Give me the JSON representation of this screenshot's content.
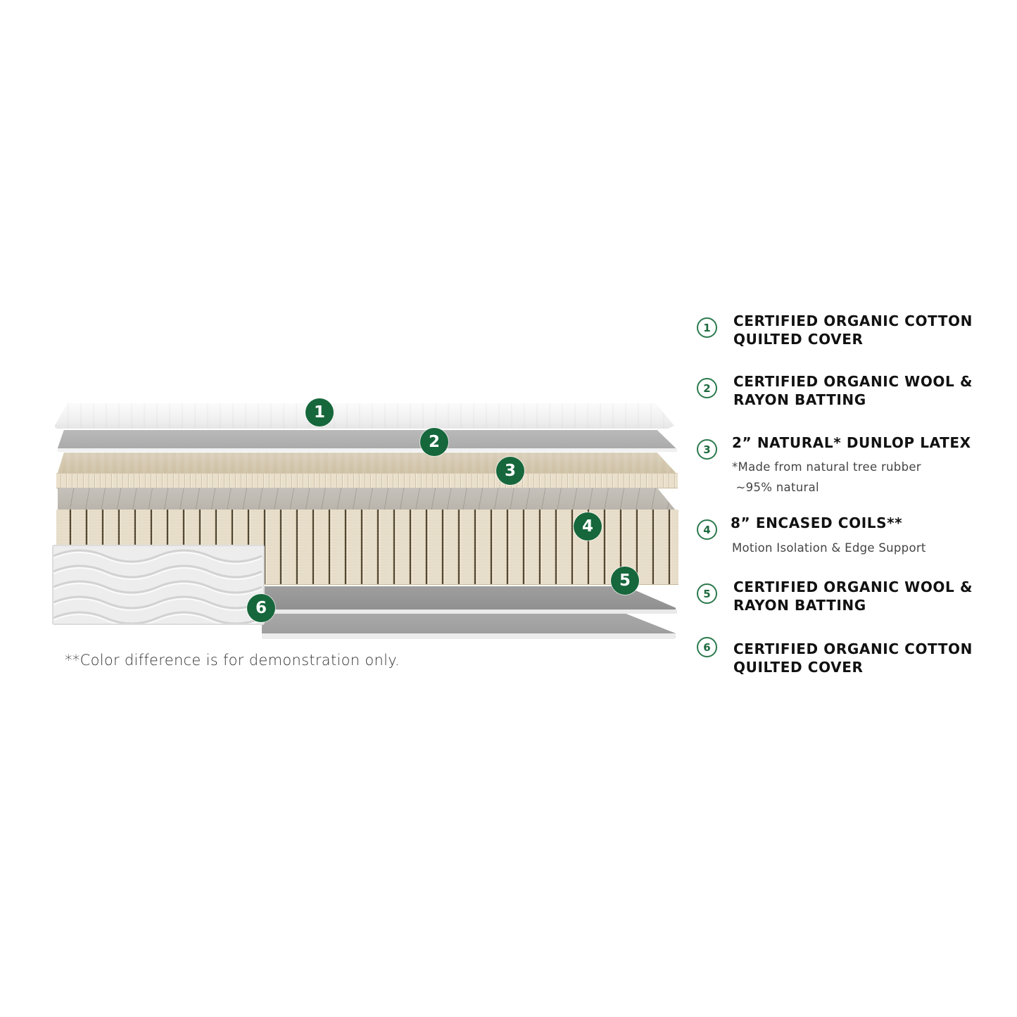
{
  "illustration": {
    "badges": [
      "1",
      "2",
      "3",
      "4",
      "5",
      "6"
    ],
    "footnote": "**Color difference is for demonstration only."
  },
  "colors": {
    "badge_green": "#16673b",
    "outline_green": "#2c7a4e",
    "text": "#111111"
  },
  "legend": {
    "items": [
      {
        "number": "1",
        "title_lines": [
          "CERTIFIED ORGANIC COTTON",
          "QUILTED COVER"
        ],
        "subtitle_lines": []
      },
      {
        "number": "2",
        "title_lines": [
          "CERTIFIED ORGANIC WOOL &",
          "RAYON BATTING"
        ],
        "subtitle_lines": []
      },
      {
        "number": "3",
        "title_lines": [
          "2” NATURAL* DUNLOP LATEX"
        ],
        "subtitle_lines": [
          "*Made from natural tree rubber",
          " ~95% natural"
        ]
      },
      {
        "number": "4",
        "title_lines": [
          "8” ENCASED COILS**"
        ],
        "subtitle_lines": [
          "Motion Isolation & Edge Support"
        ]
      },
      {
        "number": "5",
        "title_lines": [
          "CERTIFIED ORGANIC WOOL &",
          "RAYON BATTING"
        ],
        "subtitle_lines": []
      },
      {
        "number": "6",
        "title_lines": [
          "CERTIFIED ORGANIC COTTON",
          "QUILTED COVER"
        ],
        "subtitle_lines": []
      }
    ]
  }
}
